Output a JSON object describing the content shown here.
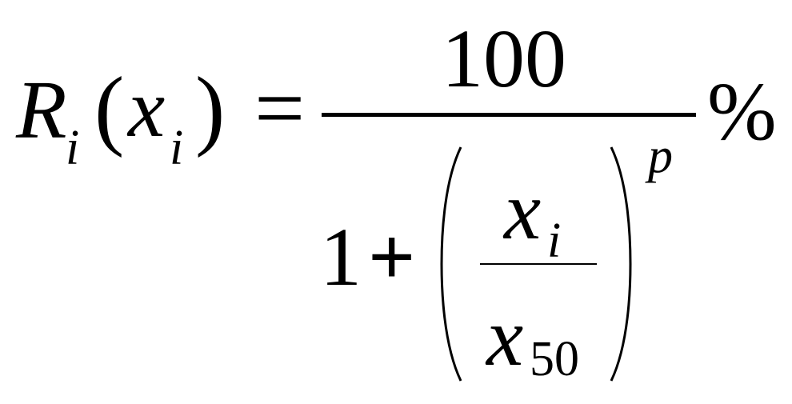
{
  "formula": {
    "lhs": {
      "function_symbol": "R",
      "function_subscript": "i",
      "open_paren": "(",
      "argument": "x",
      "argument_subscript": "i",
      "close_paren": ")"
    },
    "equals": "=",
    "numerator": "100",
    "denominator": {
      "one": "1",
      "plus": "+",
      "inner_numerator": "x",
      "inner_numerator_subscript": "i",
      "inner_denominator": "x",
      "inner_denominator_subscript": "50",
      "exponent": "p"
    },
    "unit": "%"
  }
}
